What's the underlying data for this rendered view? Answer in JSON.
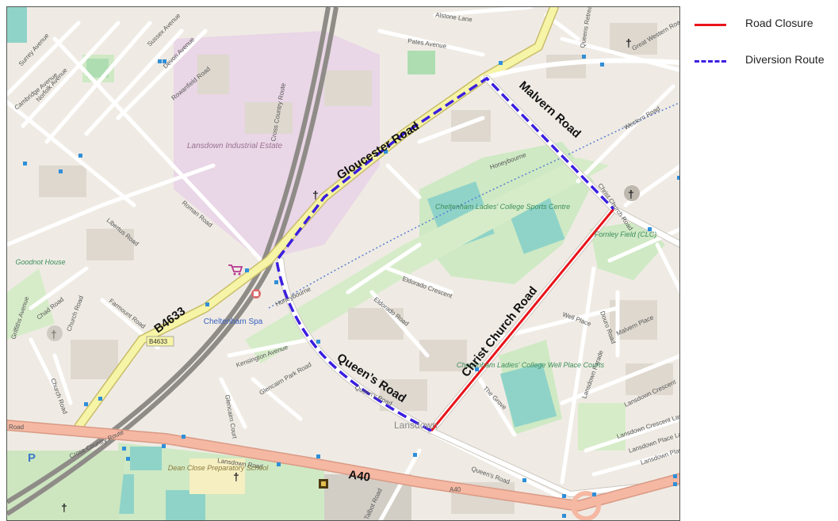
{
  "legend": {
    "items": [
      {
        "label": "Road Closure",
        "color": "#e8141a",
        "style": "solid"
      },
      {
        "label": "Diversion Route",
        "color": "#3b1fe0",
        "style": "dashed"
      }
    ]
  },
  "map": {
    "major_labels": {
      "gloucester_road": "Gloucester Road",
      "malvern_road": "Malvern Road",
      "christ_church_road": "Christ Church Road",
      "queens_road": "Queen’s Road",
      "b4633": "B4633",
      "a40": "A40"
    },
    "area_labels": {
      "lansdown_industrial_estate": "Lansdown Industrial Estate",
      "cheltenham_ladies_college_sports_centre": "Cheltenham Ladies' College Sports Centre",
      "cheltenham_spa": "Cheltenham Spa",
      "cheltenham_ladies_college_well_place_courts": "Cheltenham Ladies' College Well Place Courts",
      "fornley_field": "Fornley Field (CLC)",
      "dean_close_school": "Dean Close Preparatory School",
      "lansdown": "Lansdown",
      "goodnot_house": "Goodnot House"
    },
    "minor_street_labels": {
      "alstone_lane": "Alstone Lane",
      "surrey_avenue": "Surrey Avenue",
      "norfolk_avenue": "Norfolk Avenue",
      "sussex_avenue": "Sussex Avenue",
      "devon_avenue": "Devon Avenue",
      "cambridge_avenue": "Cambridge Avenue",
      "rowanfield_road": "Rowanfield Road",
      "libertus_road": "Libertus Road",
      "roman_road": "Roman Road",
      "chad_road": "Chad Road",
      "church_road": "Church Road",
      "griffiths_avenue": "Griffiths Avenue",
      "farmount_road": "Farmount Road",
      "honeybourne": "Honeybourne",
      "eldorado_crescent": "Eldorado Crescent",
      "eldorado_road": "Eldorado Road",
      "kensington_avenue": "Kensington Avenue",
      "glencairn_park_road": "Glencairn Park Road",
      "glencairn_court": "Glencairn Court",
      "lansdown_road": "Lansdown Road",
      "the_grove": "The Grove",
      "well_place": "Well Place",
      "douro_road": "Douro Road",
      "malvern_place": "Malvern Place",
      "lansdown_parade": "Lansdown Parade",
      "lansdown_crescent": "Lansdown Crescent",
      "lansdown_crescent_lane": "Lansdown Crescent Lane",
      "lansdown_place_lane": "Lansdown Place Lane",
      "lansdown_place": "Lansdown Place",
      "western_road": "Western Road",
      "great_western_road": "Great Western Road",
      "queens_retreat": "Queens Retreat",
      "pates_avenue": "Pates Avenue",
      "talbot_road": "Talbot Road",
      "cross_country_route": "Cross Country Route",
      "a40_small": "A40",
      "b4633_small": "B4633",
      "road_left": "Road",
      "queens_road_small": "Queen's Road",
      "christ_church_road_small": "Christ Church Road",
      "parking": "P"
    }
  }
}
